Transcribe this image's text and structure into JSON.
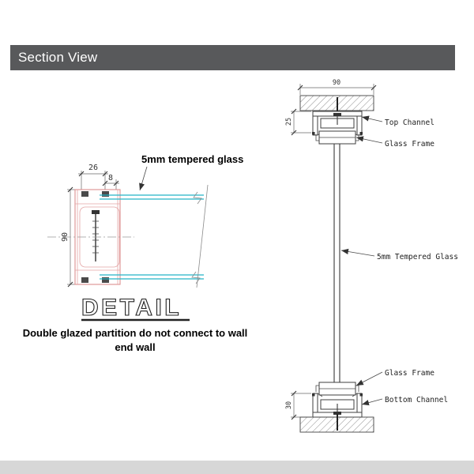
{
  "header": {
    "title": "Section View"
  },
  "detail": {
    "glass_callout": "5mm tempered glass",
    "dim_width_outer": "26",
    "dim_width_inner": "8",
    "dim_height": "90",
    "title": "DETAIL",
    "caption_line1": "Double glazed partition do not connect to wall",
    "caption_line2": "end wall"
  },
  "section": {
    "dim_top_width": "90",
    "dim_top_channel_height": "25",
    "dim_bottom_channel_height": "30",
    "labels": {
      "top_channel": "Top Channel",
      "glass_frame_top": "Glass Frame",
      "glass": "5mm Tempered Glass",
      "glass_frame_bottom": "Glass Frame",
      "bottom_channel": "Bottom Channel"
    }
  },
  "colors": {
    "header_bg": "#58595b",
    "header_text": "#ffffff",
    "profile_accent": "#dd8f8f",
    "glass": "#25b5c8",
    "line": "#3a3a3a",
    "footer_bg": "#d7d7d7"
  }
}
